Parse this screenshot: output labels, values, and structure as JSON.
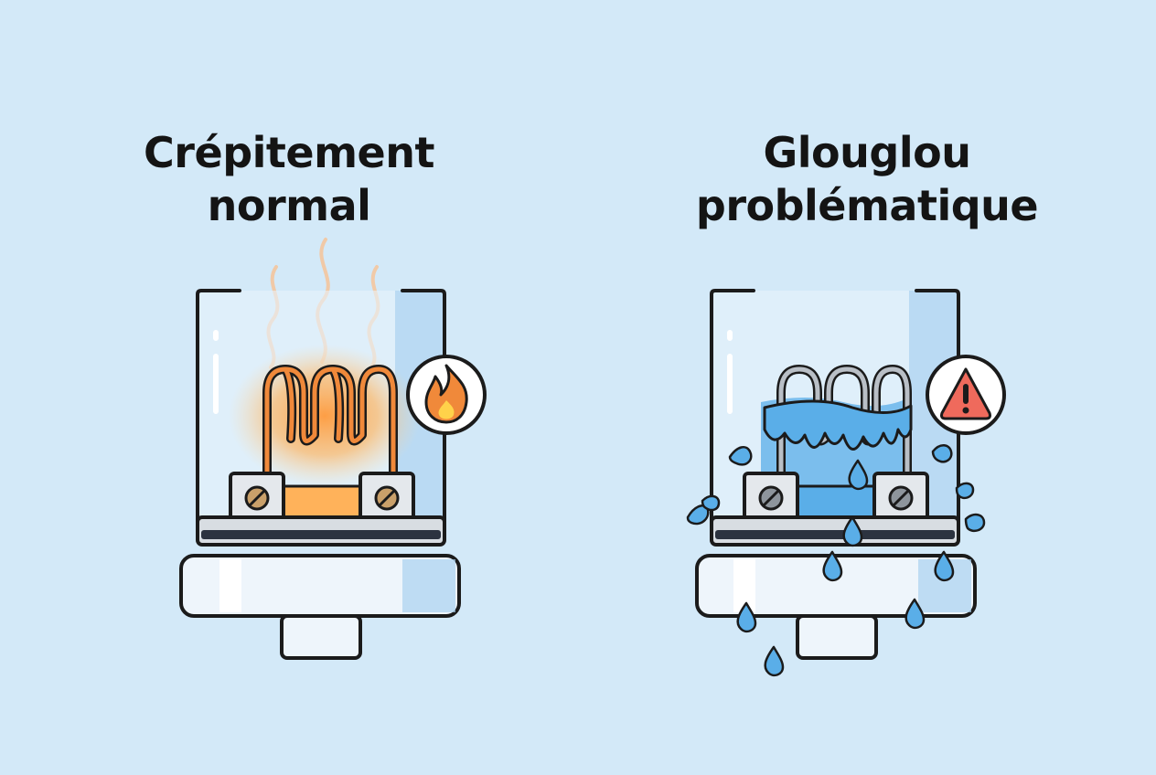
{
  "panels": [
    {
      "id": "normal",
      "title_line1": "Crépitement",
      "title_line2": "normal",
      "badge_icon": "flame-icon",
      "state": "dry-hot-coil"
    },
    {
      "id": "problem",
      "title_line1": "Glouglou",
      "title_line2": "problématique",
      "badge_icon": "warning-icon",
      "state": "flooded-coil"
    }
  ],
  "colors": {
    "background": "#d3e9f8",
    "outline": "#1b1b1b",
    "glass": "#e8f3fc",
    "glass_tint": "#a9d2f0",
    "coil_hot": "#f0893a",
    "glow": "#ffb25a",
    "liquid": "#5aaee8",
    "warning": "#ef6a5c",
    "vapor": "#f6c49a"
  }
}
